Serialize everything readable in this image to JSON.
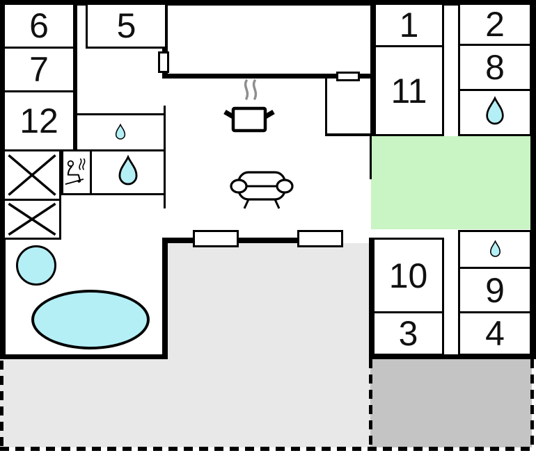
{
  "floorplan": {
    "type": "holiday-home floor plan",
    "rooms": {
      "r1": "1",
      "r2": "2",
      "r3": "3",
      "r4": "4",
      "r5": "5",
      "r6": "6",
      "r7": "7",
      "r8": "8",
      "r9": "9",
      "r10": "10",
      "r11": "11",
      "r12": "12"
    },
    "icons": {
      "water_drop": "water-drop (bathroom)",
      "sauna": "sauna-person-with-steam",
      "stove": "steaming-cooking-pot",
      "sofa": "sofa",
      "wardrobe": "crossed-box",
      "hot_tub": "round-tub",
      "pool": "oval-pool"
    },
    "colors": {
      "water": "#b5eff6",
      "terrace": "#c9f4c4",
      "patio-light": "#e8e8e8",
      "patio-dark": "#c4c4c4",
      "wall": "#000000",
      "steam": "#8f8f8f"
    }
  }
}
